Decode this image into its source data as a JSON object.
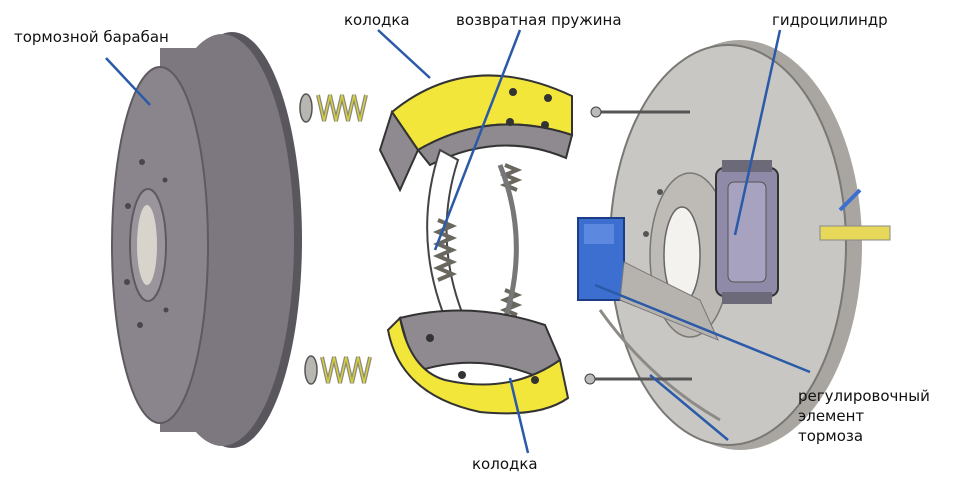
{
  "labels": {
    "drum": "тормозной барабан",
    "shoe_top": "колодка",
    "return_spring": "возвратная пружина",
    "wheel_cylinder": "гидроцилиндр",
    "adjuster_line1": "регулировочный",
    "adjuster_line2": "элемент",
    "adjuster_line3": "тормоза",
    "shoe_bottom": "колодка"
  },
  "colors": {
    "leader": "#2a5aa8",
    "drum_body": "#7d7880",
    "drum_face": "#9a959c",
    "drum_dark": "#5a565e",
    "plate": "#c9c7c4",
    "plate_dark": "#a9a6a2",
    "lining": "#f2e63a",
    "lining_dark": "#c9bd1e",
    "shoe_metal": "#8f8a8f",
    "spring": "#8c8a80",
    "cylinder": "#8e8aa8",
    "adjuster": "#3d6fd1",
    "hose": "#e8d85a"
  }
}
